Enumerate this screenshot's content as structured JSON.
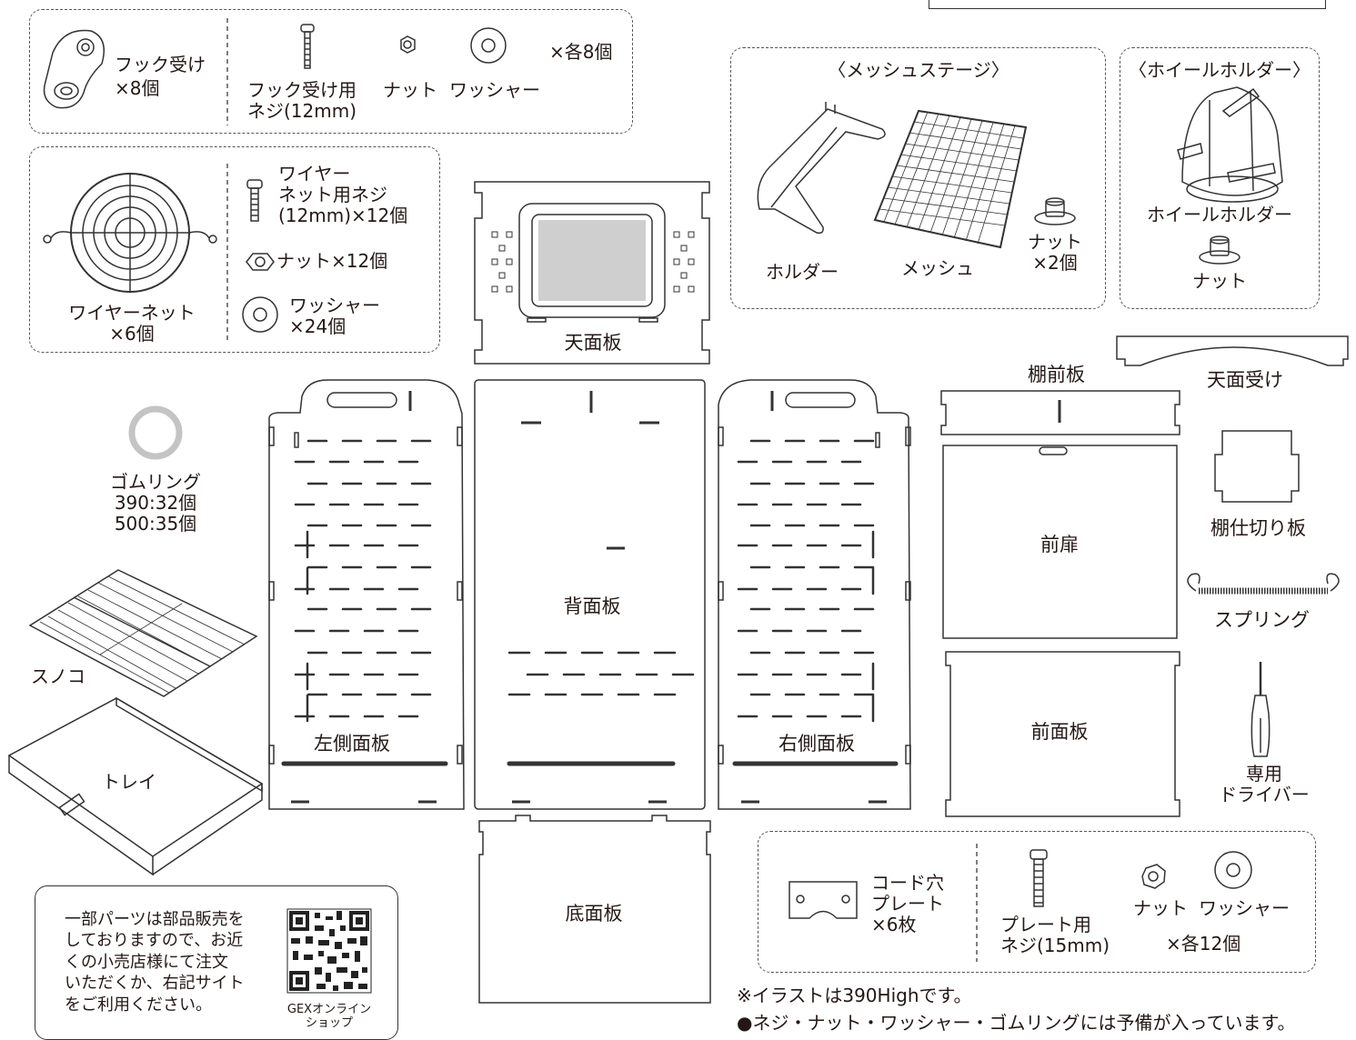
{
  "hardware_top": {
    "hook": "フック受け",
    "hook_qty": "×8個",
    "screw": "フック受け用\nネジ(12mm)",
    "nut": "ナット",
    "washer": "ワッシャー",
    "qty": "×各8個"
  },
  "wire_section": {
    "net_label": "ワイヤーネット\n×6個",
    "screw": "ワイヤー\nネット用ネジ\n(12mm)×12個",
    "nut": "ナット×12個",
    "washer": "ワッシャー\n×24個"
  },
  "mesh_stage": {
    "title": "〈メッシュステージ〉",
    "holder": "ホルダー",
    "mesh": "メッシュ",
    "nut": "ナット\n×2個"
  },
  "wheel_holder": {
    "title": "〈ホイールホルダー〉",
    "label": "ホイールホルダー",
    "nut": "ナット"
  },
  "panels": {
    "top": "天面板",
    "back": "背面板",
    "left": "左側面板",
    "right": "右側面板",
    "bottom": "底面板",
    "shelf_front": "棚前板",
    "top_support": "天面受け",
    "front_door": "前扉",
    "front": "前面板",
    "shelf_divider": "棚仕切り板"
  },
  "misc": {
    "rubber_ring": "ゴムリング\n390:32個\n500:35個",
    "sunoko": "スノコ",
    "tray": "トレイ",
    "spring": "スプリング",
    "driver": "専用\nドライバー"
  },
  "plate_section": {
    "cord_plate": "コード穴\nプレート\n×6枚",
    "screw": "プレート用\nネジ(15mm)",
    "nut": "ナット",
    "washer": "ワッシャー",
    "qty": "×各12個"
  },
  "notes": {
    "shop_text": "一部パーツは部品販売を\nしておりますので、お近\nくの小売店様にて注文\nいただくか、右記サイト\nをご利用ください。",
    "qr_caption": "GEXオンライン\nショップ",
    "illustration_note": "※イラストは390Highです。",
    "spare_note": "●ネジ・ナット・ワッシャー・ゴムリングには予備が入っています。"
  }
}
